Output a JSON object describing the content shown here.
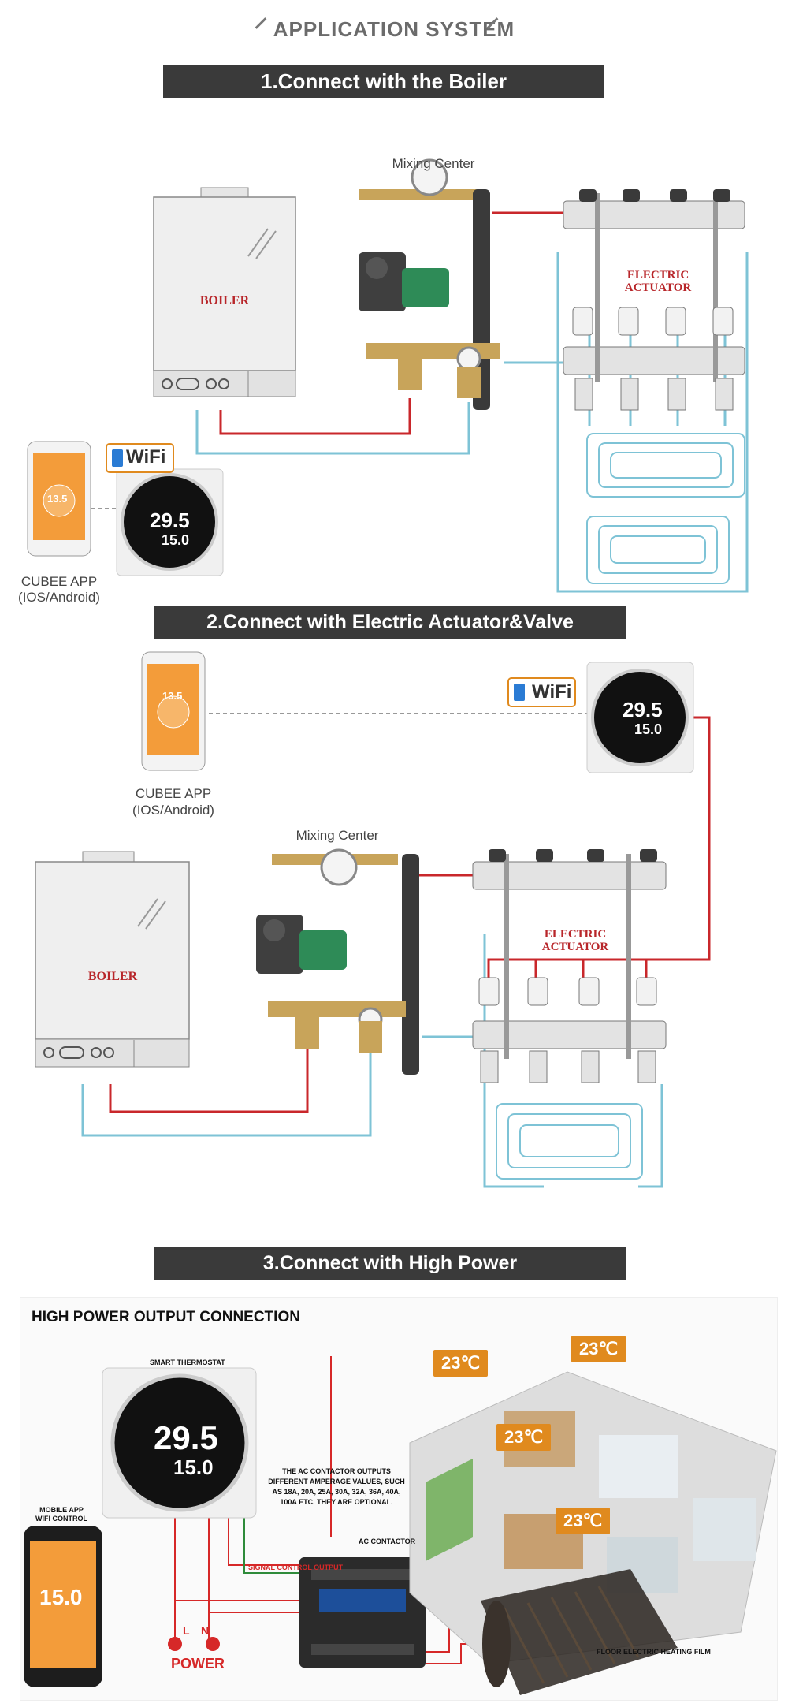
{
  "header": {
    "title": "APPLICATION SYSTEM"
  },
  "section1": {
    "title": "1.Connect with the Boiler",
    "mixing_center": "Mixing Center",
    "boiler": "BOILER",
    "actuator_line1": "ELECTRIC",
    "actuator_line2": "ACTUATOR",
    "wifi": "WiFi",
    "app_line1": "CUBEE APP",
    "app_line2": "(IOS/Android)",
    "phone_temp": "13.5",
    "thermo_big": "29.5",
    "thermo_small": "15.0"
  },
  "section2": {
    "title": "2.Connect with Electric Actuator&Valve",
    "mixing_center": "Mixing Center",
    "boiler": "BOILER",
    "actuator_line1": "ELECTRIC",
    "actuator_line2": "ACTUATOR",
    "wifi": "WiFi",
    "app_line1": "CUBEE APP",
    "app_line2": "(IOS/Android)",
    "phone_temp": "13.5",
    "thermo_big": "29.5",
    "thermo_small": "15.0"
  },
  "section3": {
    "title": "3.Connect with High Power",
    "panel_title": "HIGH POWER OUTPUT CONNECTION",
    "smart_thermostat": "SMART THERMOSTAT",
    "mobile_app_line1": "MOBILE APP",
    "mobile_app_line2": "WIFI CONTROL",
    "phone_temp": "15.0",
    "thermo_big": "29.5",
    "thermo_small": "15.0",
    "ac_note": "THE AC CONTACTOR OUTPUTS DIFFERENT AMPERAGE VALUES, SUCH AS 18A, 20A, 25A, 30A, 32A, 36A, 40A, 100A ETC. THEY ARE OPTIONAL.",
    "ac_contactor": "AC CONTACTOR",
    "signal_control": "SIGNAL CONTROL OUTPUT",
    "terminal_l": "L",
    "terminal_n": "N",
    "power": "POWER",
    "heating_film": "FLOOR ELECTRIC HEATING FILM",
    "room_temps": [
      "23℃",
      "23℃",
      "23℃",
      "23℃"
    ]
  },
  "colors": {
    "banner_bg": "#3a3a3a",
    "hot_pipe": "#c9272b",
    "cold_pipe": "#7ec3d6",
    "accent_orange": "#e08a1e"
  }
}
